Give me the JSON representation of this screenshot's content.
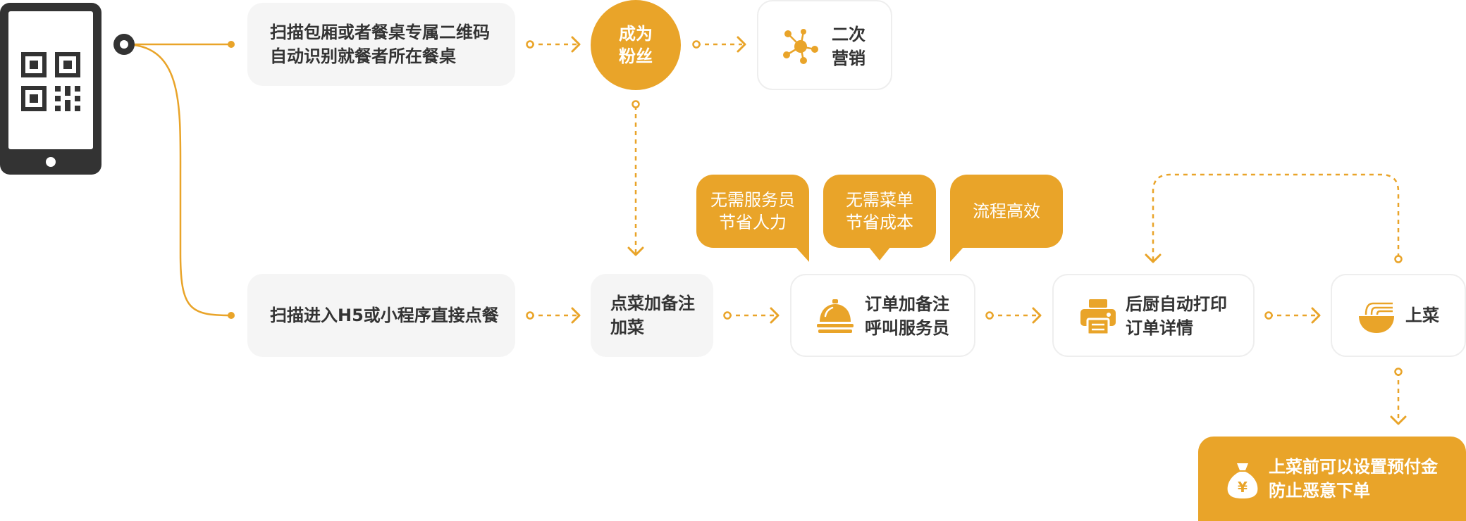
{
  "nodes": {
    "scan_table": {
      "line1": "扫描包厢或者餐桌专属二维码",
      "line2": "自动识别就餐者所在餐桌"
    },
    "become_fan": {
      "line1": "成为",
      "line2": "粉丝"
    },
    "second_marketing": {
      "line1": "二次",
      "line2": "营销",
      "icon": "network-icon"
    },
    "scan_h5": {
      "line1": "扫描进入H5或小程序直接点餐"
    },
    "order_dish": {
      "line1": "点菜加备注",
      "line2": "加菜"
    },
    "order_remark": {
      "line1": "订单加备注",
      "line2": "呼叫服务员",
      "icon": "service-bell-icon"
    },
    "kitchen_print": {
      "line1": "后厨自动打印",
      "line2": "订单详情",
      "icon": "printer-icon"
    },
    "serve_dish": {
      "line1": "上菜",
      "icon": "noodle-bowl-icon"
    },
    "prepay": {
      "line1": "上菜前可以设置预付金",
      "line2": "防止恶意下单",
      "icon": "money-bag-icon"
    }
  },
  "bubbles": {
    "no_waiter": {
      "line1": "无需服务员",
      "line2": "节省人力"
    },
    "no_menu": {
      "line1": "无需菜单",
      "line2": "节省成本"
    },
    "efficient": {
      "line1": "流程高效"
    }
  },
  "device": {
    "icon": "tablet-qr-code-icon"
  },
  "colors": {
    "accent": "#e9a429",
    "dark": "#333333",
    "grey_box": "#f5f5f5",
    "border": "#eeeeee"
  }
}
